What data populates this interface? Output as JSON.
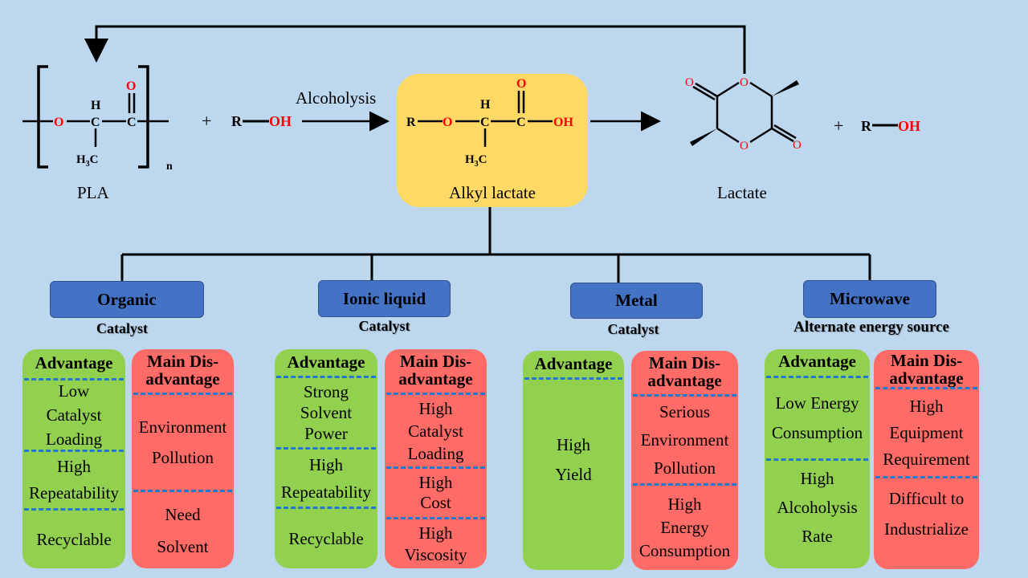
{
  "reaction": {
    "reactant_label": "PLA",
    "pla_structure": {
      "atoms": [
        "O",
        "H",
        "C",
        "C",
        "O",
        "H3C"
      ],
      "repeat": "n"
    },
    "plus": "+",
    "alcohol": {
      "r": "R",
      "oh": "OH"
    },
    "arrow_label": "Alcoholysis",
    "product_label": "Alkyl lactate",
    "product_structure": {
      "r": "R",
      "o": "O",
      "h": "H",
      "c1": "C",
      "c2": "C",
      "o_double": "O",
      "oh": "OH",
      "ch3": "H3C"
    },
    "lactide_label": "Lactate",
    "lactide_atoms": {
      "o_top": "O",
      "o_bottom": "O",
      "o_left": "O",
      "o_right": "O"
    },
    "byproduct_plus": "+",
    "byproduct": {
      "r": "R",
      "oh": "OH"
    }
  },
  "colors": {
    "background": "#bdd7ee",
    "product_box": "#ffd966",
    "category_box": "#4472c4",
    "advantage": "#92d050",
    "disadvantage": "#ff6b66",
    "separator": "#1f78d1",
    "heteroatom": "#ff0000"
  },
  "categories": [
    {
      "name": "Organic",
      "subtitle": "Catalyst",
      "advantage": {
        "header": "Advantage",
        "items": [
          [
            "Low",
            "Catalyst",
            "Loading"
          ],
          [
            "High",
            "Repeatability"
          ],
          [
            "Recyclable"
          ]
        ]
      },
      "disadvantage": {
        "header": [
          "Main Dis-",
          "advantage"
        ],
        "items": [
          [
            "Environment",
            "Pollution"
          ],
          [
            "Need",
            "Solvent"
          ]
        ]
      }
    },
    {
      "name": "Ionic liquid",
      "subtitle": "Catalyst",
      "advantage": {
        "header": "Advantage",
        "items": [
          [
            "Strong",
            "Solvent",
            "Power"
          ],
          [
            "High",
            "Repeatability"
          ],
          [
            "Recyclable"
          ]
        ]
      },
      "disadvantage": {
        "header": [
          "Main Dis-",
          "advantage"
        ],
        "items": [
          [
            "High",
            "Catalyst",
            "Loading"
          ],
          [
            "High",
            "Cost"
          ],
          [
            "High",
            "Viscosity"
          ]
        ]
      }
    },
    {
      "name": "Metal",
      "subtitle": "Catalyst",
      "advantage": {
        "header": "Advantage",
        "items": [
          [
            "High",
            "Yield"
          ]
        ]
      },
      "disadvantage": {
        "header": [
          "Main Dis-",
          "advantage"
        ],
        "items": [
          [
            "Serious",
            "Environment",
            "Pollution"
          ],
          [
            "High",
            "Energy",
            "Consumption"
          ]
        ]
      }
    },
    {
      "name": "Microwave",
      "subtitle": "Alternate energy source",
      "advantage": {
        "header": "Advantage",
        "items": [
          [
            "Low Energy",
            "Consumption"
          ],
          [
            "High",
            "Alcoholysis",
            "Rate"
          ]
        ]
      },
      "disadvantage": {
        "header": [
          "Main Dis-",
          "advantage"
        ],
        "items": [
          [
            "High",
            "Equipment",
            "Requirement"
          ],
          [
            "Difficult to",
            "Industrialize"
          ]
        ]
      }
    }
  ]
}
